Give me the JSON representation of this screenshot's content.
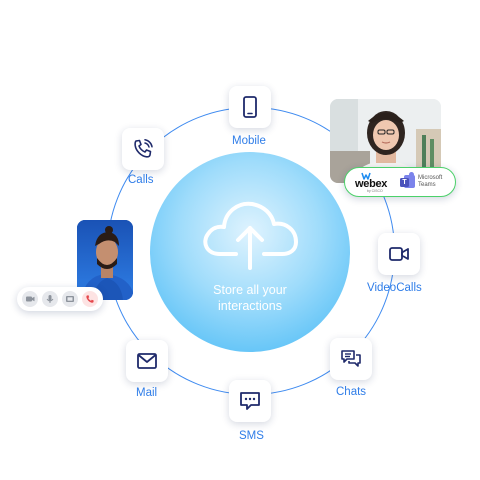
{
  "hub": {
    "text_line1": "Store all your",
    "text_line2": "interactions",
    "icon": "cloud-upload-icon"
  },
  "channels": {
    "mobile": {
      "label": "Mobile",
      "icon": "mobile-phone-icon"
    },
    "calls": {
      "label": "Calls",
      "icon": "phone-call-icon"
    },
    "videocalls": {
      "label": "VideoCalls",
      "icon": "video-camera-icon"
    },
    "chats": {
      "label": "Chats",
      "icon": "chat-bubbles-icon"
    },
    "sms": {
      "label": "SMS",
      "icon": "sms-bubble-icon"
    },
    "mail": {
      "label": "Mail",
      "icon": "envelope-icon"
    }
  },
  "integrations": {
    "webex_wordmark": "webex",
    "webex_sub": "by CISCO",
    "teams_line1": "Microsoft",
    "teams_line2": "Teams"
  },
  "colors": {
    "accent": "#2f7de8",
    "orbit": "#3f8bf0",
    "green_outline": "#4cd16a",
    "end_call": "#e5484d"
  }
}
